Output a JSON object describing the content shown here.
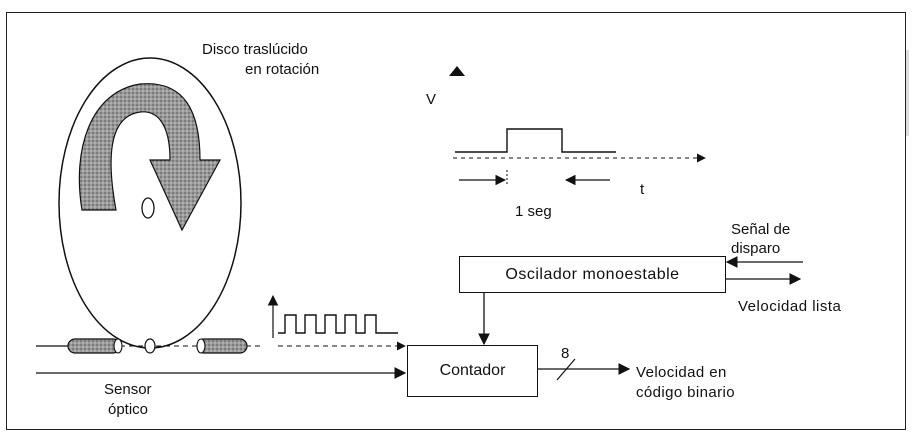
{
  "disk": {
    "title_line1": "Disco traslúcido",
    "title_line2": "en rotación"
  },
  "signal_plot": {
    "y_label": "V",
    "x_label": "t",
    "pulse_width_label": "1 seg"
  },
  "trigger": {
    "label_line1": "Señal de",
    "label_line2": "disparo"
  },
  "oscillator": {
    "label": "Oscilador monoestable"
  },
  "speed_ready": {
    "label": "Velocidad lista"
  },
  "counter": {
    "label": "Contador",
    "bus_width": "8"
  },
  "sensor": {
    "label_line1": "Sensor",
    "label_line2": "óptico"
  },
  "output": {
    "label_line1": "Velocidad en",
    "label_line2": "código binario"
  }
}
